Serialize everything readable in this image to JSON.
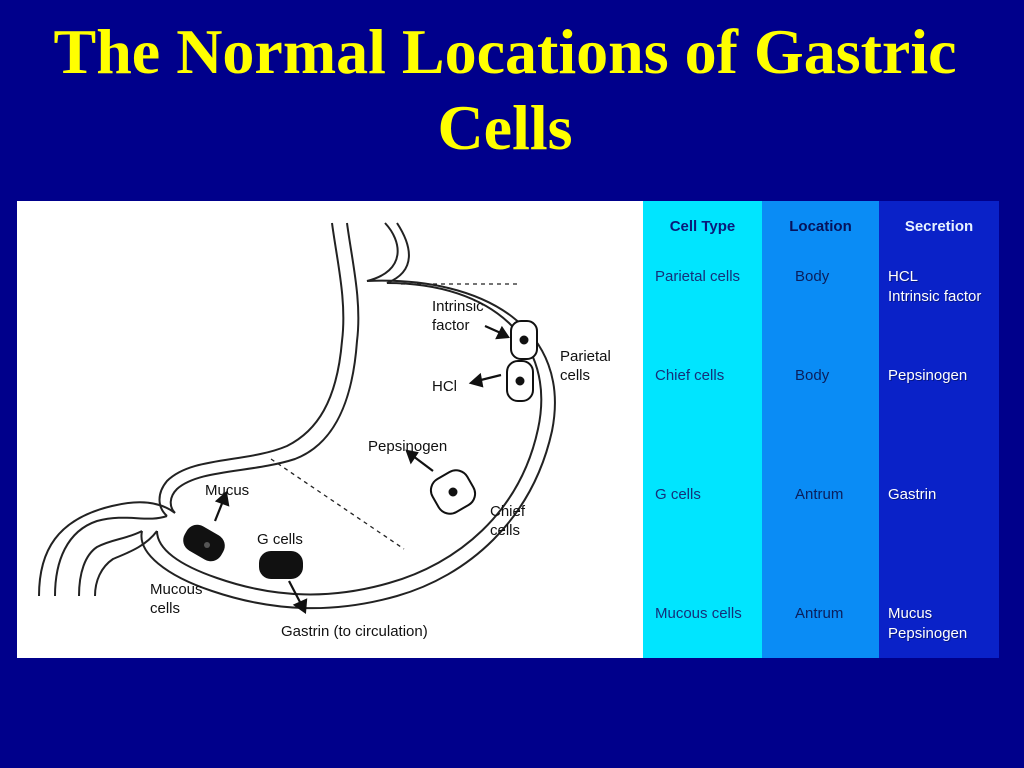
{
  "title": "The Normal Locations of Gastric Cells",
  "diagram": {
    "labels": {
      "intrinsic_factor_1": "Intrinsic",
      "intrinsic_factor_2": "factor",
      "hcl": "HCl",
      "parietal_1": "Parietal",
      "parietal_2": "cells",
      "pepsinogen": "Pepsinogen",
      "mucus": "Mucus",
      "chief_1": "Chief",
      "chief_2": "cells",
      "g_cells": "G cells",
      "mucous_1": "Mucous",
      "mucous_2": "cells",
      "gastrin": "Gastrin (to circulation)"
    }
  },
  "table": {
    "headers": {
      "cell_type": "Cell Type",
      "location": "Location",
      "secretion": "Secretion"
    },
    "rows": [
      {
        "cell_type": "Parietal cells",
        "location": "Body",
        "secretion_1": "HCL",
        "secretion_2": "Intrinsic factor"
      },
      {
        "cell_type": "Chief cells",
        "location": "Body",
        "secretion_1": "Pepsinogen",
        "secretion_2": ""
      },
      {
        "cell_type": "G cells",
        "location": "Antrum",
        "secretion_1": "Gastrin",
        "secretion_2": ""
      },
      {
        "cell_type": "Mucous cells",
        "location": "Antrum",
        "secretion_1": "Mucus",
        "secretion_2": "Pepsinogen"
      }
    ]
  },
  "colors": {
    "background": "#00008b",
    "title": "#ffff00",
    "col_cell_type": "#00e5ff",
    "col_location": "#0a8cf5",
    "col_secretion": "#0a22c8"
  }
}
